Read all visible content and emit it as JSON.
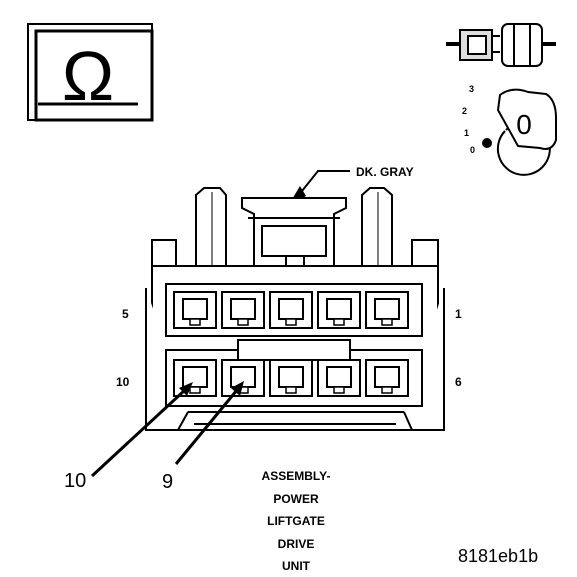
{
  "symbols": {
    "ohm": "Ω",
    "ohm_icon": "ohmmeter-icon",
    "connector_icon": "connector-disconnect-icon",
    "ignition_icon": "ignition-key-icon",
    "ignition": {
      "positions": [
        "3",
        "2",
        "1",
        "0"
      ],
      "key_position": "0"
    }
  },
  "connector": {
    "wire_color_label": "DK. GRAY",
    "pin_labels": {
      "top_left": "5",
      "top_right": "1",
      "bottom_left": "10",
      "bottom_right": "6"
    },
    "pin_callouts": [
      "10",
      "9"
    ]
  },
  "component_name": [
    "ASSEMBLY-",
    "POWER",
    "LIFTGATE",
    "DRIVE",
    "UNIT"
  ],
  "figure_id": "8181eb1b"
}
